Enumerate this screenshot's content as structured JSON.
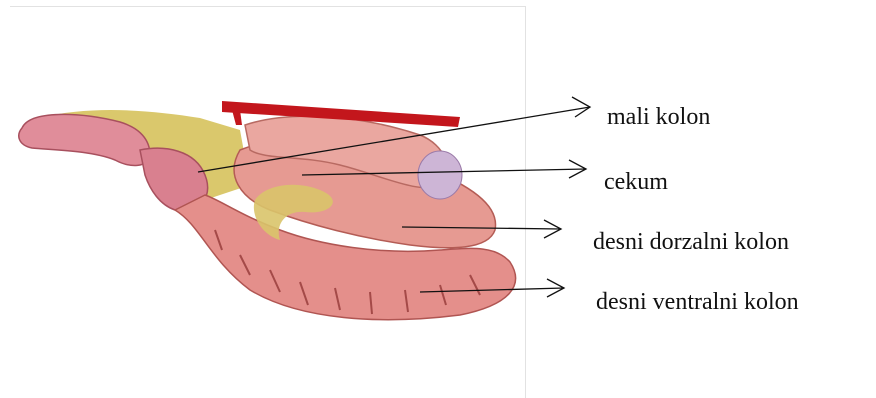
{
  "labels": {
    "mali_kolon": "mali kolon",
    "cekum": "cekum",
    "desni_dorzalni_kolon": "desni dorzalni kolon",
    "desni_ventralni_kolon": "desni ventralni kolon"
  },
  "colors": {
    "artery": "#c3161c",
    "colon_pink": "#e58a87",
    "colon_dark": "#b8504f",
    "fat_yellow": "#d8c45a",
    "label_text": "#111111"
  }
}
